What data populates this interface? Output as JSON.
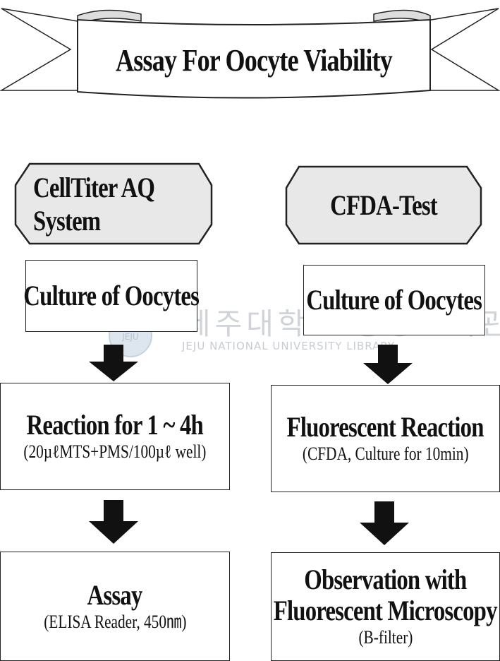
{
  "title": "Assay For Oocyte Viability",
  "watermark": {
    "korean": "제주대학교 중앙도서관",
    "english": "JEJU NATIONAL UNIVERSITY LIBRARY",
    "logo_text": "JEJU"
  },
  "left_column": {
    "header": "CellTiter AQ System",
    "step1": {
      "title": "Culture of Oocytes"
    },
    "step2": {
      "title": "Reaction for 1 ~ 4h",
      "subtitle": "(20µℓMTS+PMS/100µℓ well)"
    },
    "step3": {
      "title": "Assay",
      "subtitle": "(ELISA Reader, 450㎚)"
    }
  },
  "right_column": {
    "header": "CFDA-Test",
    "step1": {
      "title": "Culture of Oocytes"
    },
    "step2": {
      "title": "Fluorescent Reaction",
      "subtitle": "(CFDA, Culture for 10min)"
    },
    "step3": {
      "title": "Observation with",
      "title2": "Fluorescent Microscopy",
      "subtitle": "(B-filter)"
    }
  },
  "colors": {
    "line": "#222222",
    "header_fill": "#e8e8e8",
    "watermark": "#d0d3d8"
  }
}
